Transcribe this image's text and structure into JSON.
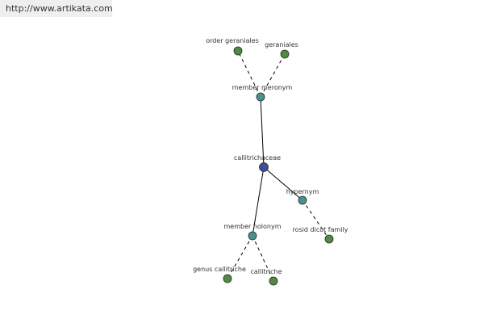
{
  "source_url": "http://www.artikata.com",
  "colors": {
    "center_node": "#3f4f96",
    "relation_node": "#47918f",
    "leaf_node": "#4f8b43",
    "edge": "#000000",
    "node_stroke": "#2b2b2b",
    "label": "#333333"
  },
  "nodes": [
    {
      "id": "callitrichaceae",
      "label": "callitrichaceae",
      "kind": "center"
    },
    {
      "id": "member-meronym",
      "label": "member meronym",
      "kind": "relation"
    },
    {
      "id": "hypernym",
      "label": "hypernym",
      "kind": "relation"
    },
    {
      "id": "member-holonym",
      "label": "member holonym",
      "kind": "relation"
    },
    {
      "id": "order-geraniales",
      "label": "order geraniales",
      "kind": "leaf"
    },
    {
      "id": "geraniales",
      "label": "geraniales",
      "kind": "leaf"
    },
    {
      "id": "rosid-dicot-family",
      "label": "rosid dicot family",
      "kind": "leaf"
    },
    {
      "id": "genus-callitriche",
      "label": "genus callitriche",
      "kind": "leaf"
    },
    {
      "id": "callitriche",
      "label": "callitriche",
      "kind": "leaf"
    }
  ],
  "edges": [
    {
      "from": "callitrichaceae",
      "to": "member-meronym",
      "style": "solid"
    },
    {
      "from": "callitrichaceae",
      "to": "hypernym",
      "style": "solid"
    },
    {
      "from": "callitrichaceae",
      "to": "member-holonym",
      "style": "solid"
    },
    {
      "from": "member-meronym",
      "to": "order-geraniales",
      "style": "dashed"
    },
    {
      "from": "member-meronym",
      "to": "geraniales",
      "style": "dashed"
    },
    {
      "from": "hypernym",
      "to": "rosid-dicot-family",
      "style": "dashed"
    },
    {
      "from": "member-holonym",
      "to": "genus-callitriche",
      "style": "dashed"
    },
    {
      "from": "member-holonym",
      "to": "callitriche",
      "style": "dashed"
    }
  ]
}
